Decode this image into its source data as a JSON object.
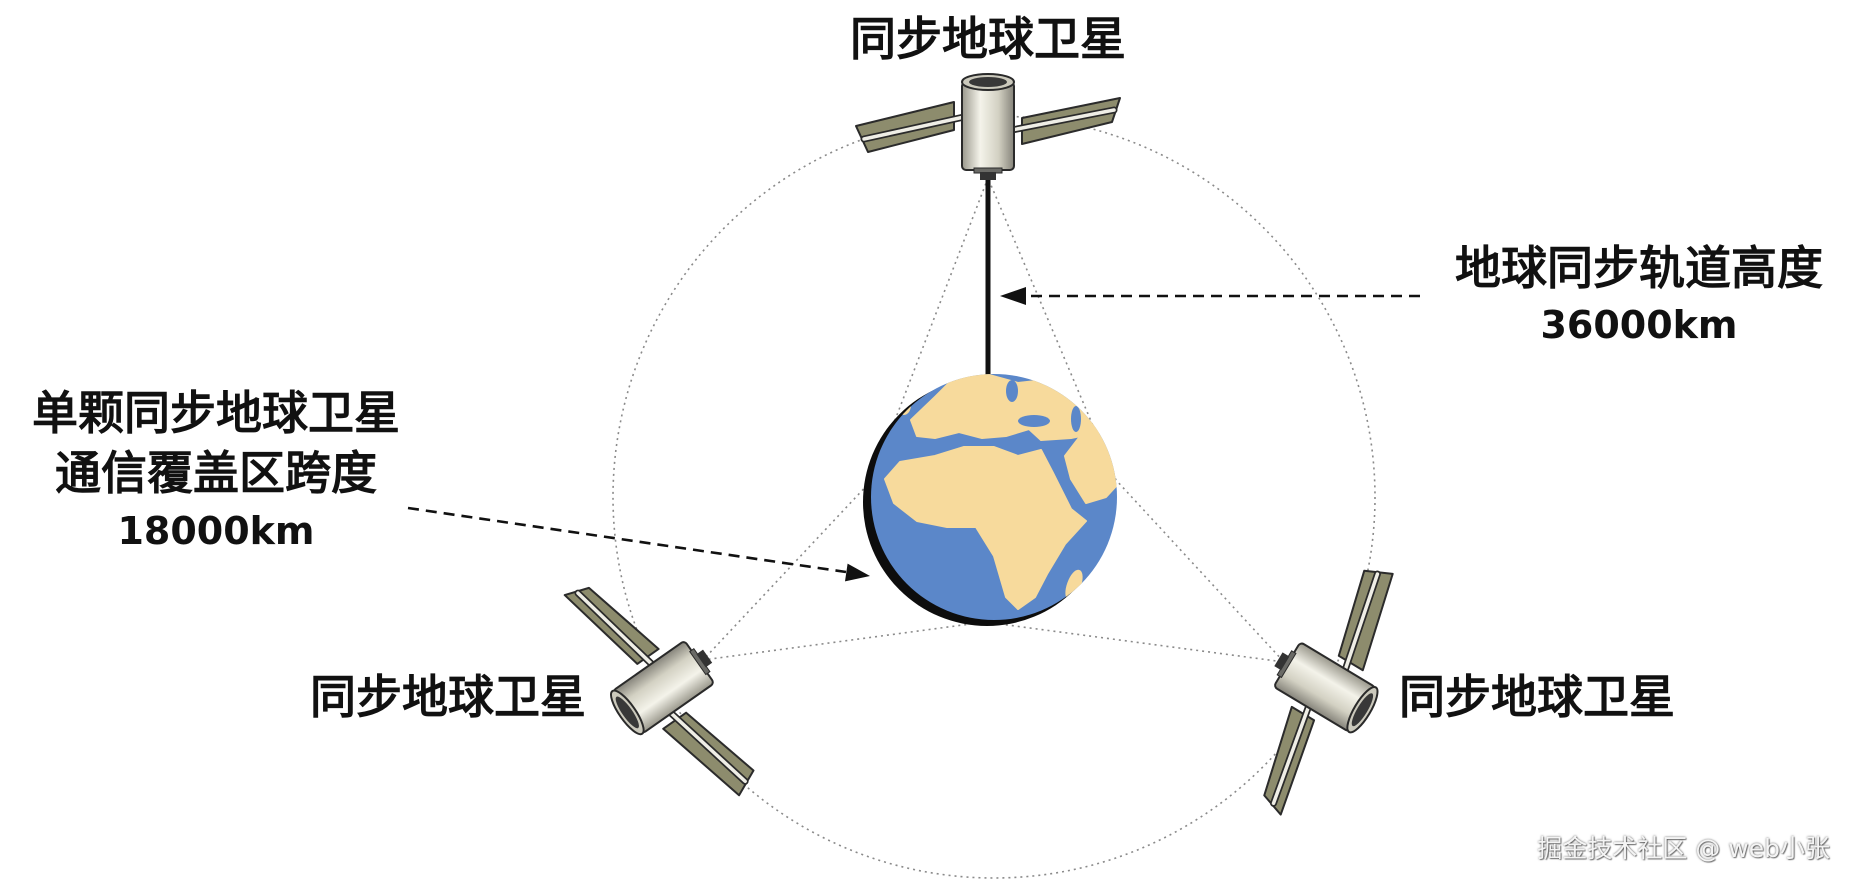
{
  "diagram": {
    "top_satellite_label": "同步地球卫星",
    "left_satellite_label": "同步地球卫星",
    "right_satellite_label": "同步地球卫星",
    "orbit_height": {
      "title": "地球同步轨道高度",
      "value": "36000km"
    },
    "coverage": {
      "line1": "单颗同步地球卫星",
      "line2": "通信覆盖区跨度",
      "value": "18000km"
    }
  },
  "watermark": "掘金技术社区 @ web小张",
  "graphics": {
    "satellite": "satellite-icon",
    "planet": "earth-globe"
  },
  "colors": {
    "ocean": "#5b87c9",
    "land": "#f7da9c",
    "solar_panel": "#8d8c6d",
    "text": "#111111",
    "background": "#ffffff"
  }
}
